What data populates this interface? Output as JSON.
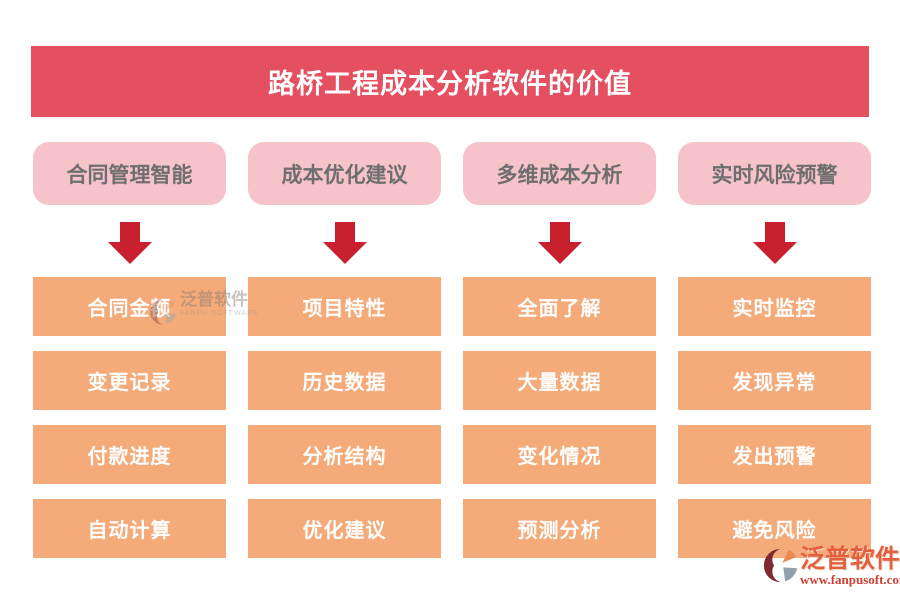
{
  "banner": {
    "title": "路桥工程成本分析软件的价值"
  },
  "colors": {
    "banner-red": "#E4505F",
    "pill-pink": "#F5C3C9",
    "arrow-red": "#C8202E",
    "box-orange": "#F4AB79",
    "pill-text-gray": "#6E6E70",
    "box-text-white": "#FFFFFF",
    "brand-orange": "#E2603F",
    "brand-url-red": "#CE3F33"
  },
  "columns": [
    {
      "header": "合同管理智能",
      "items": [
        "合同金额",
        "变更记录",
        "付款进度",
        "自动计算"
      ]
    },
    {
      "header": "成本优化建议",
      "items": [
        "项目特性",
        "历史数据",
        "分析结构",
        "优化建议"
      ]
    },
    {
      "header": "多维成本分析",
      "items": [
        "全面了解",
        "大量数据",
        "变化情况",
        "预测分析"
      ]
    },
    {
      "header": "实时风险预警",
      "items": [
        "实时监控",
        "发现异常",
        "发出预警",
        "避免风险"
      ]
    }
  ],
  "watermark": {
    "name": "泛普软件",
    "subtitle": "FANPU SOFTWARE"
  },
  "brand": {
    "name": "泛普软件",
    "url": "www.fanpusoft.com"
  }
}
